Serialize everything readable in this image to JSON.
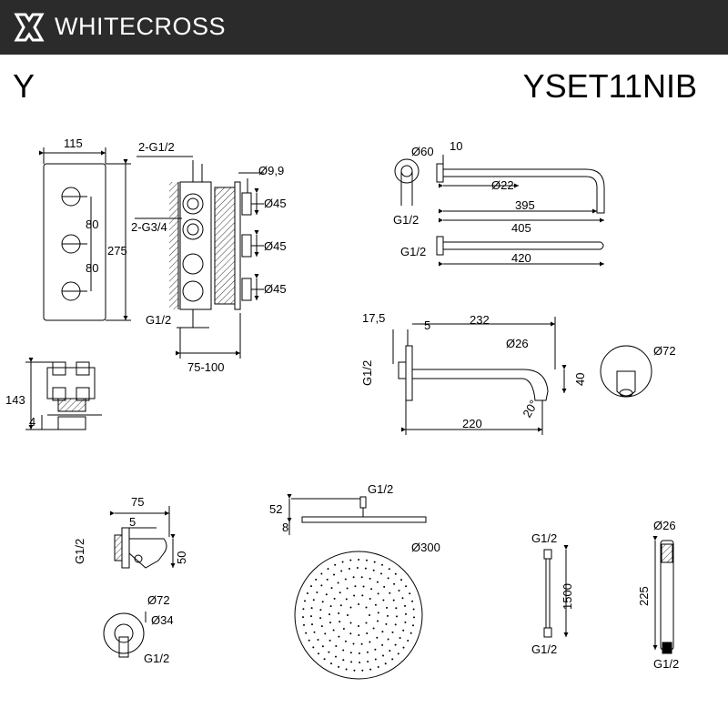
{
  "header": {
    "brand": "WHITECROSS",
    "series": "Y",
    "code": "YSET11NIB"
  },
  "colors": {
    "header_bg": "#2b2b2b",
    "line": "#000000"
  },
  "labels": {
    "panel_width": "115",
    "panel_height": "275",
    "knob_spacing_1": "80",
    "knob_spacing_2": "80",
    "top_connection": "2-G1/2",
    "side_connection": "2-G3/4",
    "bottom_connection": "G1/2",
    "depth_range": "75-100",
    "diam_knob_top": "Ø9,9",
    "diam_45_a": "Ø45",
    "diam_45_b": "Ø45",
    "diam_45_c": "Ø45",
    "box_height": "143",
    "box_offset": "4",
    "arm_diam_60": "Ø60",
    "arm_offset_10": "10",
    "arm_diam_22": "Ø22",
    "arm_conn_1": "G1/2",
    "arm_len_395": "395",
    "arm_len_405": "405",
    "arm_conn_2": "G1/2",
    "arm_len_420": "420",
    "spout_17_5": "17,5",
    "spout_5": "5",
    "spout_232": "232",
    "spout_diam_26": "Ø26",
    "spout_conn": "G1/2",
    "spout_40": "40",
    "spout_angle": "20°",
    "spout_220": "220",
    "spout_diam_72": "Ø72",
    "elbow_75": "75",
    "elbow_5": "5",
    "elbow_conn": "G1/2",
    "elbow_50": "50",
    "elbow_diam_72": "Ø72",
    "elbow_diam_34": "Ø34",
    "elbow_conn_bottom": "G1/2",
    "head_conn": "G1/2",
    "head_52": "52",
    "head_8": "8",
    "head_diam_300": "Ø300",
    "hose_conn_top": "G1/2",
    "hose_len": "1500",
    "hose_conn_bottom": "G1/2",
    "hand_diam_26": "Ø26",
    "hand_len": "225",
    "hand_conn": "G1/2"
  }
}
